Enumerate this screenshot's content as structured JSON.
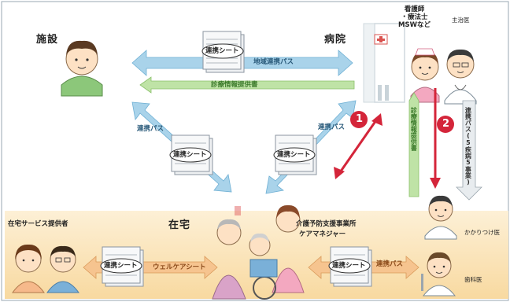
{
  "labels": {
    "facility": "施設",
    "hospital": "病院",
    "home": "在宅",
    "home_service_provider": "在宅サービス提供者",
    "care_support": "介護予防支援事業所",
    "care_manager": "ケアマネジャー",
    "hospital_staff": "看護師\n・療法士\nMSWなど",
    "attending": "主治医",
    "family_doctor": "かかりつけ医",
    "dentist": "歯科医"
  },
  "arrows": {
    "facility_hospital_path": "地域連携パス",
    "info_provision": "診療情報提供書",
    "left_path": "連携パス",
    "right_path": "連携パス",
    "vertical_info": "診療情報提供書",
    "vertical_path": "連携パス(5疾病5事業)",
    "home_service_path": "ウェルケアシート",
    "care_path": "連携パス"
  },
  "sheets": {
    "top": "連携シート",
    "left": "連携シート",
    "right": "連携シート",
    "bottom_left": "連携シート",
    "bottom_right": "連携シート"
  },
  "badges": {
    "one": "1",
    "two": "2"
  },
  "colors": {
    "blue_arrow": "#a9d3ea",
    "green_arrow": "#bfe3a6",
    "orange_arrow": "#f6c48f",
    "red_arrow": "#d4253a",
    "home_band": "#fbe6bf"
  }
}
